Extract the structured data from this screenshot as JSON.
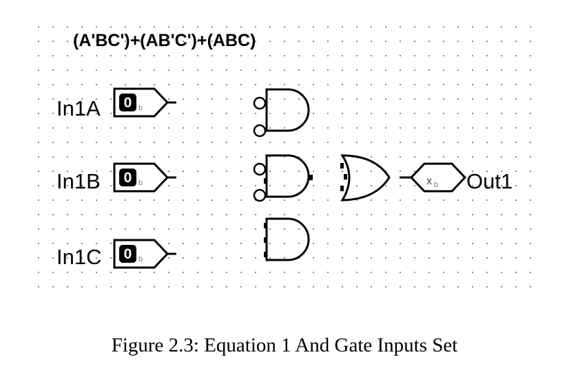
{
  "circuit": {
    "equation": "(A'BC')+(AB'C')+(ABC)",
    "inputs": [
      {
        "label": "In1A",
        "value": "0",
        "radix": "b"
      },
      {
        "label": "In1B",
        "value": "0",
        "radix": "b"
      },
      {
        "label": "In1C",
        "value": "0",
        "radix": "b"
      }
    ],
    "output": {
      "label": "Out1",
      "value": "x",
      "radix": "b"
    }
  },
  "caption": "Figure 2.3: Equation 1 And Gate Inputs Set"
}
